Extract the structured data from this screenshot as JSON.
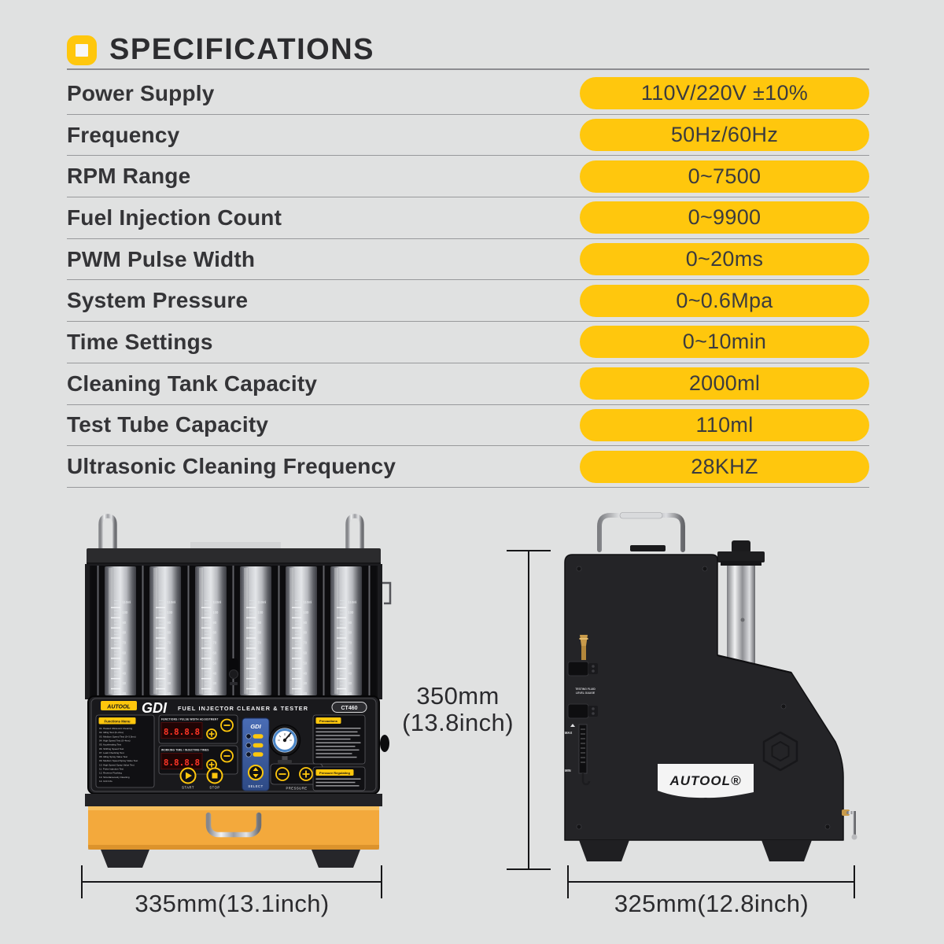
{
  "colors": {
    "background": "#e0e1e1",
    "accent_yellow": "#ffc70d",
    "drawer_orange": "#f3a93c",
    "panel_blue": "#3d5fa6",
    "display_red": "#ff3526",
    "text_dark": "#343437"
  },
  "header": {
    "title": "SPECIFICATIONS"
  },
  "specs": {
    "rows": [
      {
        "label": "Power Supply",
        "value": "110V/220V ±10%"
      },
      {
        "label": "Frequency",
        "value": "50Hz/60Hz"
      },
      {
        "label": "RPM Range",
        "value": "0~7500"
      },
      {
        "label": "Fuel Injection Count",
        "value": "0~9900"
      },
      {
        "label": "PWM Pulse Width",
        "value": "0~20ms"
      },
      {
        "label": "System Pressure",
        "value": "0~0.6Mpa"
      },
      {
        "label": "Time Settings",
        "value": "0~10min"
      },
      {
        "label": "Cleaning Tank Capacity",
        "value": "2000ml"
      },
      {
        "label": "Test Tube Capacity",
        "value": "110ml"
      },
      {
        "label": "Ultrasonic Cleaning Frequency",
        "value": "28KHZ"
      }
    ]
  },
  "front_machine": {
    "brand": "AUTOOL",
    "series": "GDI",
    "product_name": "FUEL INJECTOR CLEANER & TESTER",
    "model": "CT460",
    "functions_menu": {
      "title": "Functions Menu",
      "items": [
        "01. Heated Ultrasonic Cleaning",
        "02. Idling Test (0~2ms)",
        "03. Medium Speed Test (0~3.5ms)",
        "04. High Speed Test (0~4ms)",
        "05. Accelerating Test",
        "06. Shifting Speed Test",
        "07. Leak Checking Test",
        "08. Idling Spray Value Test",
        "09. Medium Speed Spray Value Test",
        "10. High Speed Spray Value Test",
        "11. Pulse Injection Test",
        "12. Reverse Flushing",
        "13. Simultaneously Cleaning",
        "14. Unit Info."
      ]
    },
    "display1_title": "FUNCTIONS / PULSE WIDTH ADJUSTMENT",
    "display2_title": "WORKING TIME / INJECTING TIMES",
    "display_value": "8.8.8.8",
    "select_panel_label": "GDI",
    "start_label": "START",
    "stop_label": "STOP",
    "select_label": "SELECT",
    "pressure_label": "PRESSURE",
    "precautions_title": "Precautions",
    "pressure_regulating_title": "Pressure Regulating",
    "tube_scale": [
      "110ml",
      "100",
      "90",
      "80",
      "70",
      "60",
      "50",
      "40",
      "30",
      "20"
    ]
  },
  "side_machine": {
    "brand": "AUTOOL®",
    "level_gauge_label_line1": "TESTING FLUID",
    "level_gauge_label_line2": "LEVEL GAUGE",
    "max_label": "MAX",
    "min_label": "MIN"
  },
  "dimensions": {
    "height_value": "350mm",
    "height_inch": "(13.8inch)",
    "front_width": "335mm(13.1inch)",
    "side_width": "325mm(12.8inch)"
  }
}
